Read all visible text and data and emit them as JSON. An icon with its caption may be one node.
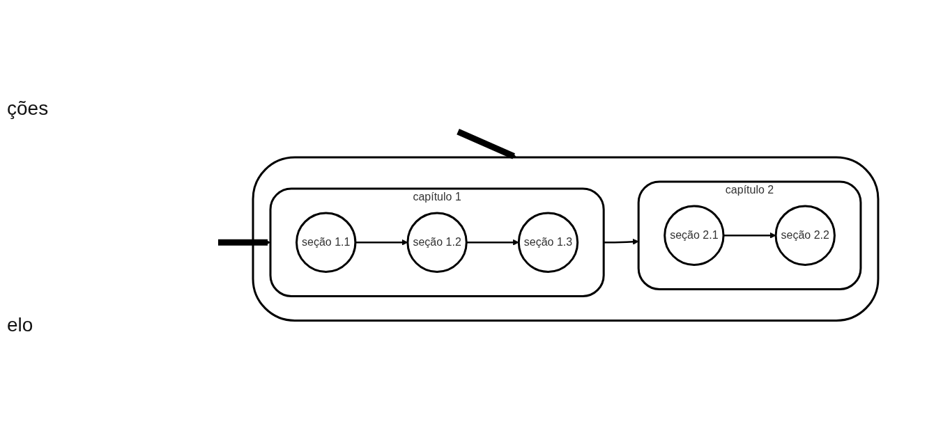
{
  "diagram": {
    "nodes": [
      {
        "text": [],
        "shape": "cloud"
      },
      {
        "text": [
          "capítulo 1"
        ],
        "in": 0
      },
      {
        "text": [
          "seção 1.1"
        ],
        "in": 1
      },
      {
        "text": [
          "seção 1.2"
        ],
        "in": 1
      },
      {
        "text": [
          "seção 1.3"
        ],
        "in": 1
      },
      {
        "text": [
          "capítulo 2"
        ],
        "in": 0
      },
      {
        "text": [
          "seção 2.1"
        ],
        "in": 5
      },
      {
        "text": [
          "seção 2.2"
        ],
        "in": 5
      }
    ],
    "edges": [
      {
        "from": null,
        "to": 0,
        "arrow": "to",
        "style": "thick"
      },
      {
        "from": null,
        "to": 1,
        "arrow": "to",
        "style": "thick"
      },
      {
        "from": 2,
        "to": 3,
        "arrow": "to"
      },
      {
        "from": 3,
        "to": 4,
        "arrow": "to"
      },
      {
        "from": 1,
        "to": 5,
        "arrow": "to"
      },
      {
        "from": 6,
        "to": 7,
        "arrow": "to"
      }
    ],
    "labels": [
      "ções",
      "elo"
    ]
  }
}
